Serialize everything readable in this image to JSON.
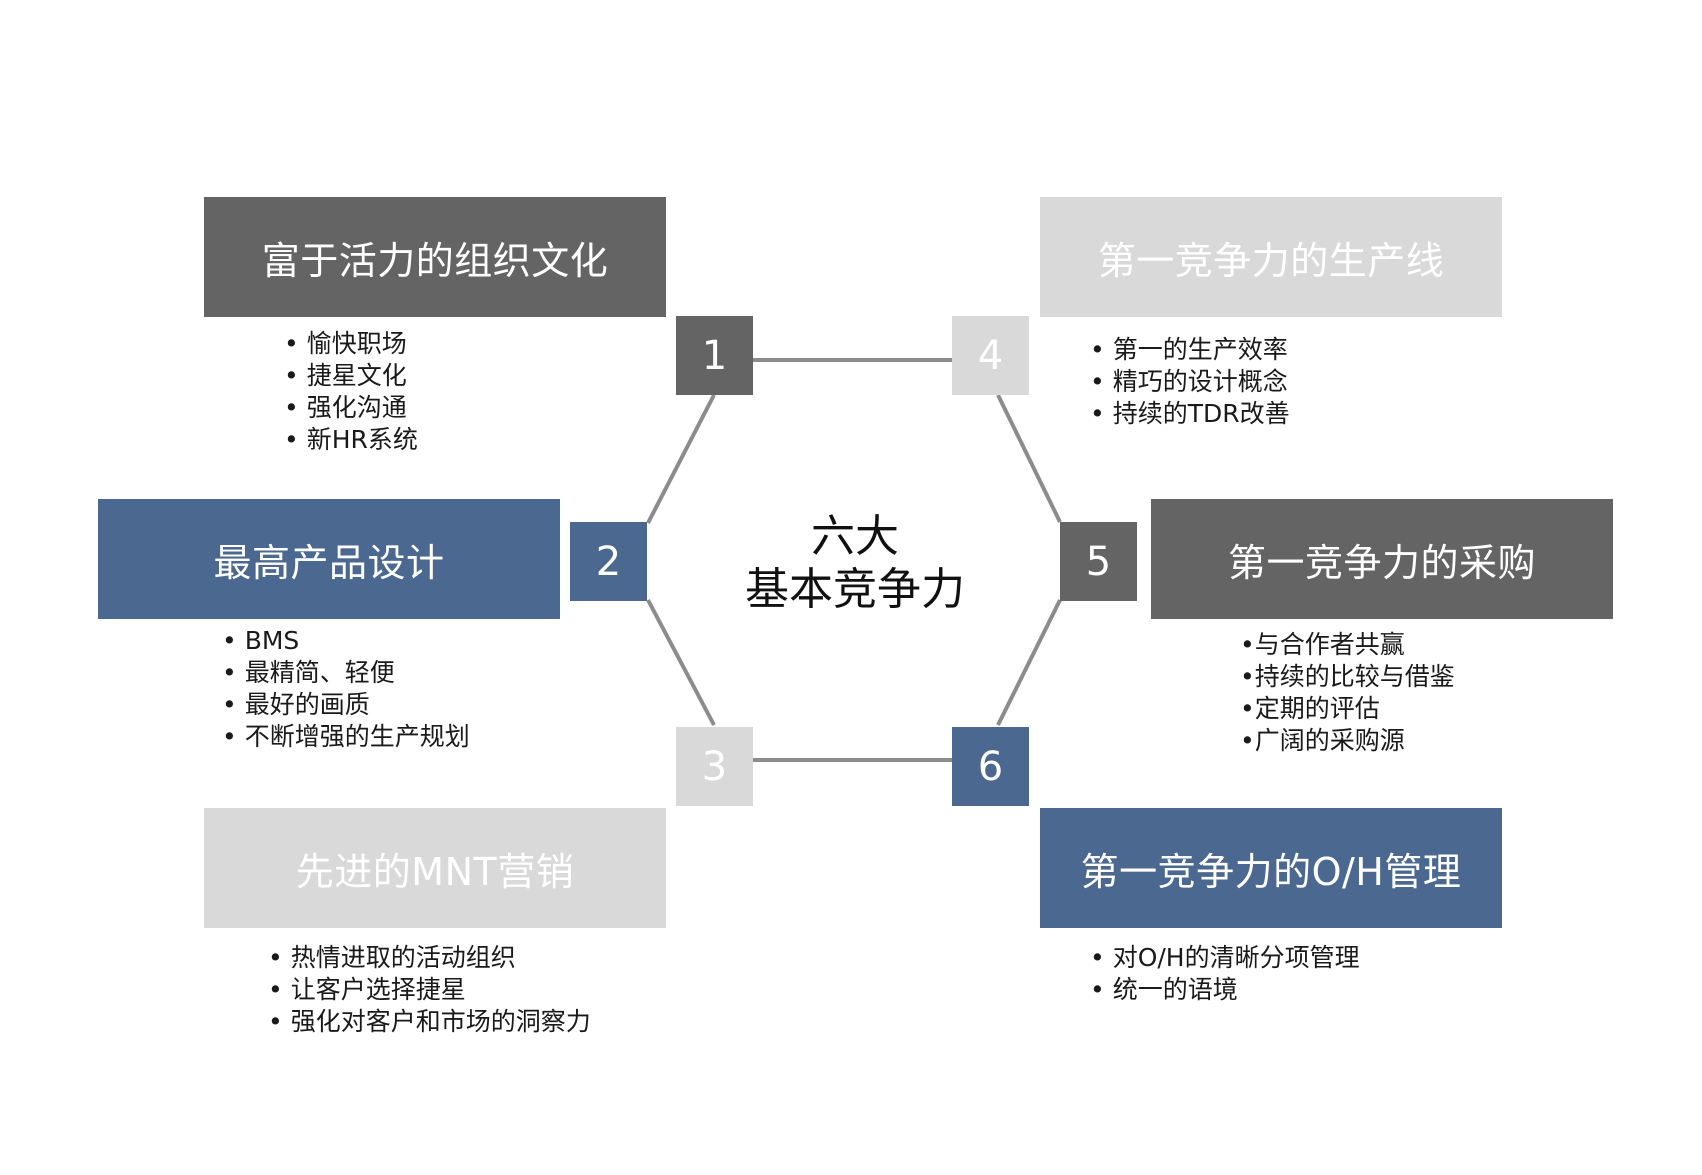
{
  "colors": {
    "dark": "#646464",
    "blue": "#4b6890",
    "light": "#d9d9d9",
    "connector": "#8c8c8c"
  },
  "center": {
    "line1": "六大",
    "line2": "基本竞争力"
  },
  "items": [
    {
      "number": "1",
      "title": "富于活力的组织文化",
      "style": "dark",
      "bullets": [
        "愉快职场",
        "捷星文化",
        "强化沟通",
        "新HR系统"
      ]
    },
    {
      "number": "2",
      "title": "最高产品设计",
      "style": "blue",
      "bullets": [
        "BMS",
        "最精简、轻便",
        "最好的画质",
        "不断增强的生产规划"
      ]
    },
    {
      "number": "3",
      "title": "先进的MNT营销",
      "style": "light",
      "bullets": [
        "热情进取的活动组织",
        "让客户选择捷星",
        "强化对客户和市场的洞察力"
      ]
    },
    {
      "number": "4",
      "title": "第一竞争力的生产线",
      "style": "light",
      "bullets": [
        "第一的生产效率",
        "精巧的设计概念",
        "持续的TDR改善"
      ]
    },
    {
      "number": "5",
      "title": "第一竞争力的采购",
      "style": "dark",
      "bullets": [
        "与合作者共赢",
        "持续的比较与借鉴",
        "定期的评估",
        "广阔的采购源"
      ]
    },
    {
      "number": "6",
      "title": "第一竞争力的O/H管理",
      "style": "blue",
      "bullets": [
        "对O/H的清晰分项管理",
        "统一的语境"
      ]
    }
  ]
}
